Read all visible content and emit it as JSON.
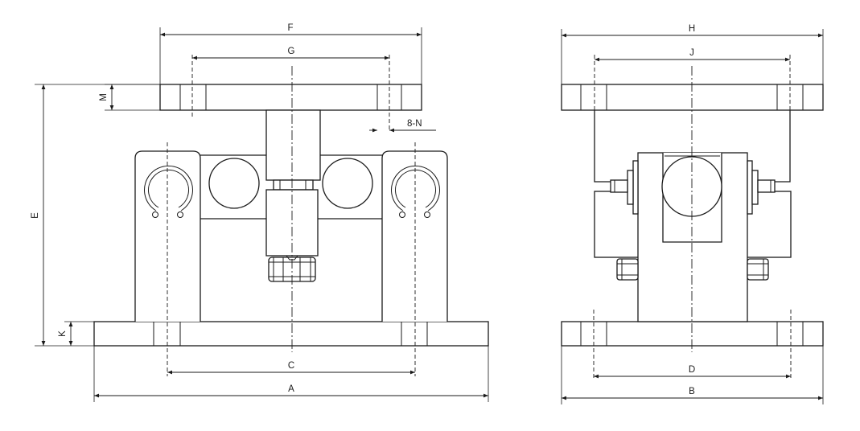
{
  "labels": {
    "A": "A",
    "B": "B",
    "C": "C",
    "D": "D",
    "E": "E",
    "F": "F",
    "G": "G",
    "H": "H",
    "J": "J",
    "K": "K",
    "M": "M",
    "N": "8-N"
  }
}
